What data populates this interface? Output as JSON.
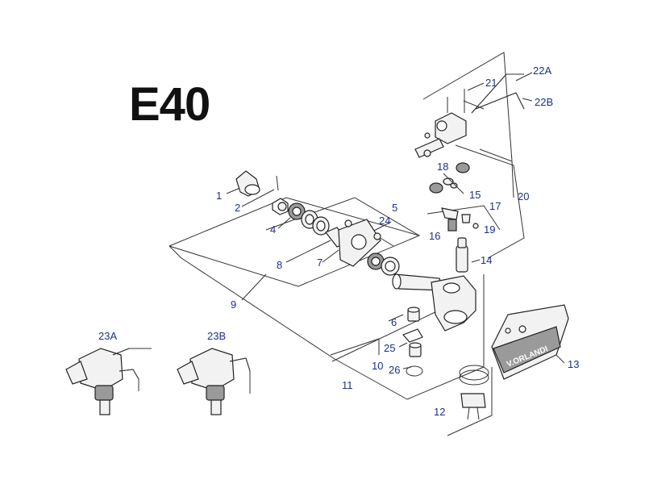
{
  "title": "E40",
  "brand_text": "V.ORLANDI",
  "callouts": {
    "c1": "1",
    "c2": "2",
    "c4": "4",
    "c5": "5",
    "c6": "6",
    "c7": "7",
    "c8": "8",
    "c9": "9",
    "c10": "10",
    "c11": "11",
    "c12": "12",
    "c13": "13",
    "c14": "14",
    "c15": "15",
    "c16": "16",
    "c17": "17",
    "c18": "18",
    "c19": "19",
    "c20": "20",
    "c21": "21",
    "c22A": "22A",
    "c22B": "22B",
    "c23A": "23A",
    "c23B": "23B",
    "c24": "24",
    "c25": "25",
    "c26": "26"
  }
}
